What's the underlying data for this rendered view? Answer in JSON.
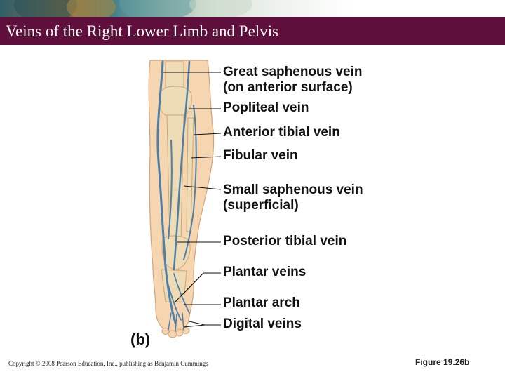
{
  "slide": {
    "title": "Veins of the Right Lower Limb and Pelvis",
    "panel_label": "(b)",
    "copyright": "Copyright © 2008 Pearson Education, Inc., publishing as Benjamin Cummings",
    "figure_number": "Figure 19.26b"
  },
  "labels": [
    {
      "id": "great-saphenous",
      "lines": [
        "Great saphenous vein",
        "(on anterior surface)"
      ]
    },
    {
      "id": "popliteal",
      "lines": [
        "Popliteal vein"
      ]
    },
    {
      "id": "anterior-tibial",
      "lines": [
        "Anterior tibial vein"
      ]
    },
    {
      "id": "fibular",
      "lines": [
        "Fibular vein"
      ]
    },
    {
      "id": "small-saphenous",
      "lines": [
        "Small saphenous vein",
        "(superficial)"
      ]
    },
    {
      "id": "posterior-tibial",
      "lines": [
        "Posterior tibial vein"
      ]
    },
    {
      "id": "plantar-veins",
      "lines": [
        "Plantar veins"
      ]
    },
    {
      "id": "plantar-arch",
      "lines": [
        "Plantar arch"
      ]
    },
    {
      "id": "digital-veins",
      "lines": [
        "Digital veins"
      ]
    }
  ],
  "colors": {
    "title_bar": "#5e0f3c",
    "title_text": "#ffffff",
    "skin": "#f6d6b0",
    "bone": "#eedcb6",
    "vein": "#4f7fa8"
  }
}
